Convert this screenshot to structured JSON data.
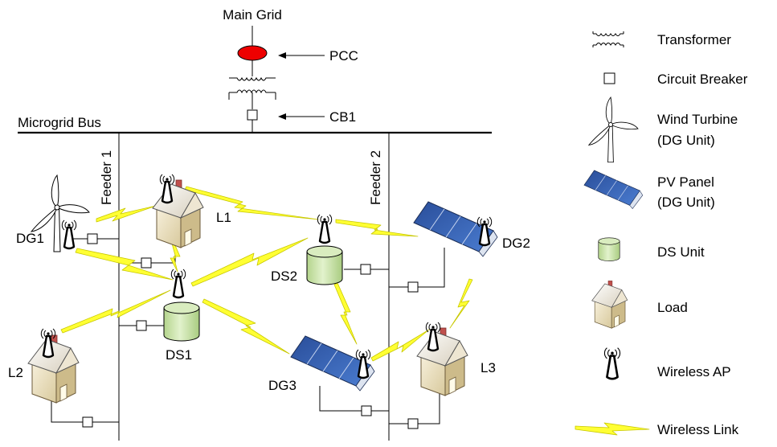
{
  "grid": {
    "main_grid": "Main Grid",
    "pcc": "PCC",
    "cb1": "CB1",
    "microgrid_bus": "Microgrid Bus",
    "feeder1": "Feeder 1",
    "feeder2": "Feeder 2"
  },
  "nodes": {
    "dg1": "DG1",
    "dg2": "DG2",
    "dg3": "DG3",
    "l1": "L1",
    "l2": "L2",
    "l3": "L3",
    "ds1": "DS1",
    "ds2": "DS2"
  },
  "legend": {
    "transformer": "Transformer",
    "circuit_breaker": "Circuit Breaker",
    "wind_line1": "Wind Turbine",
    "wind_line2": "(DG Unit)",
    "pv_line1": "PV Panel",
    "pv_line2": "(DG Unit)",
    "ds_unit": "DS Unit",
    "load": "Load",
    "wireless_ap": "Wireless AP",
    "wireless_link": "Wireless Link"
  },
  "colors": {
    "pcc": "#ee0000",
    "pv_panel": "#2e5aa8",
    "ds_unit": "#cde6b0",
    "house_wall": "#f3e9cf",
    "house_roof": "#ffffff",
    "chimney": "#c0504d",
    "wireless_link": "#ffff33"
  }
}
